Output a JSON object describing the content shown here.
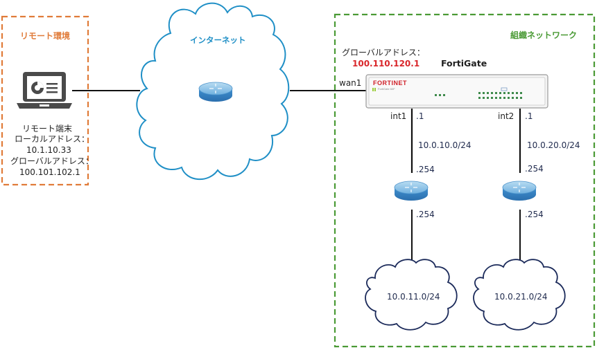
{
  "remote_zone": {
    "title": "リモート環境",
    "color": "#e07b39",
    "terminal": {
      "name": "リモート端末",
      "local_label": "ローカルアドレス：",
      "local_address": "10.1.10.33",
      "global_label": "グローバルアドレス：",
      "global_address": "100.101.102.1",
      "icon": "laptop-icon"
    }
  },
  "internet": {
    "title": "インターネット",
    "color": "#1f8fc6",
    "router_icon": "router-icon"
  },
  "org_zone": {
    "title": "組織ネットワーク",
    "color": "#4a9a35",
    "fortigate": {
      "name": "FortiGate",
      "global_label": "グローバルアドレス：",
      "global_address": "100.110.120.1",
      "global_address_color": "#d9262a",
      "brand": "FORTINET",
      "model": "FortiGate 60F",
      "wan_port": "wan1"
    },
    "segments": [
      {
        "port": "int1",
        "fg_host": ".1",
        "subnet": "10.0.10.0/24",
        "router_upper_host": ".254",
        "router_lower_host": ".254",
        "lan": "10.0.11.0/24"
      },
      {
        "port": "int2",
        "fg_host": ".1",
        "subnet": "10.0.20.0/24",
        "router_upper_host": ".254",
        "router_lower_host": ".254",
        "lan": "10.0.21.0/24"
      }
    ]
  }
}
